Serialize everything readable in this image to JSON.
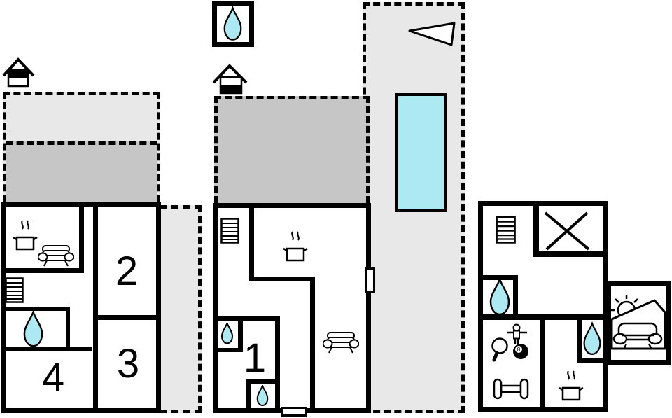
{
  "labels": {
    "room1": "1",
    "room2": "2",
    "room3": "3",
    "room4": "4",
    "billiard_ball": "8"
  },
  "colors": {
    "water": "#ace9f2",
    "area_light": "#e8e8e8",
    "area_dark": "#c6c6c6",
    "wall": "#000000",
    "bg": "#ffffff"
  },
  "icons": {
    "water_drop": "teardrop water symbol (bathroom / pool box)",
    "pool": "cyan rectangle swimming pool",
    "north_arrow": "white triangle direction arrow",
    "house_level_upper": "house glyph, upper half of body filled",
    "house_level_lower": "house glyph, lower half of body filled",
    "staircase": "ladder-stripe staircase",
    "cooking_pot": "pot with steam (kitchen)",
    "sofa_top": "sofa seen from above (living room)",
    "sofa_front": "sofa front view (conservatory)",
    "sun": "sun with rays",
    "crossed_room": "X cross over room (not available)",
    "table_tennis_paddle": "round paddle with handle",
    "foosball_player": "table-football player figure",
    "billiard_8ball": "black ball with 8",
    "dumbbell": "fitness dumbbell"
  }
}
